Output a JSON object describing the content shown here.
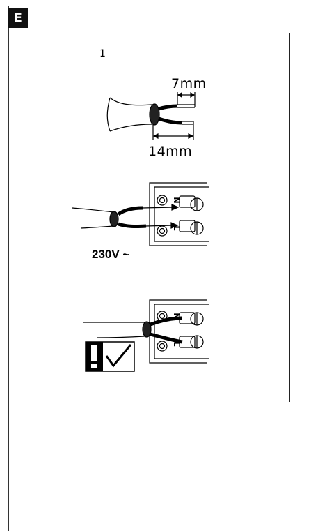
{
  "section_badge": "E",
  "step_number": "1",
  "strip_length_short": "7mm",
  "strip_length_long": "14mm",
  "voltage_label": "230V ~",
  "terminal_labels": {
    "neutral": "N",
    "live": "L"
  },
  "icons": [
    "cable-strip-diagram",
    "terminal-block",
    "warning-exclamation-icon",
    "checkmark-icon"
  ]
}
